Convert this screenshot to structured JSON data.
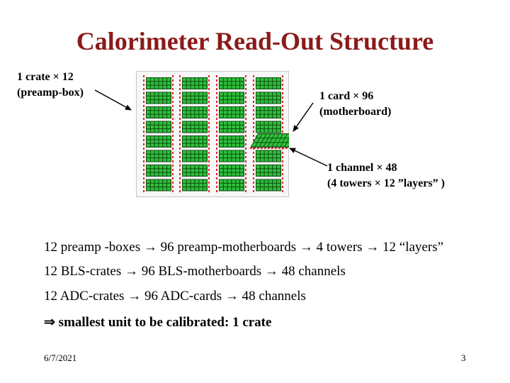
{
  "title": "Calorimeter Read-Out Structure",
  "annotations": {
    "crate": {
      "line1": "1 crate × 12",
      "line2": "(preamp-box)"
    },
    "card": {
      "line1": "1 card × 96",
      "line2": "(motherboard)"
    },
    "channel": {
      "line1": "1 channel × 48",
      "line2": "(4 towers × 12 ”layers” )"
    }
  },
  "lines": [
    "12 preamp -boxes → 96 preamp-motherboards → 4 towers → 12 “layers”",
    "12 BLS-crates → 96 BLS-motherboards → 48 channels",
    "12 ADC-crates → 96 ADC-cards → 48 channels"
  ],
  "conclusion": "⇒ smallest unit to be calibrated: 1 crate",
  "footer": {
    "date": "6/7/2021",
    "page": "3"
  },
  "colors": {
    "title": "#8b1a1a",
    "board_green": "#2fbf3a",
    "board_dark": "#0c4d12",
    "connector_red": "#e3232b",
    "arrow": "#000000"
  }
}
